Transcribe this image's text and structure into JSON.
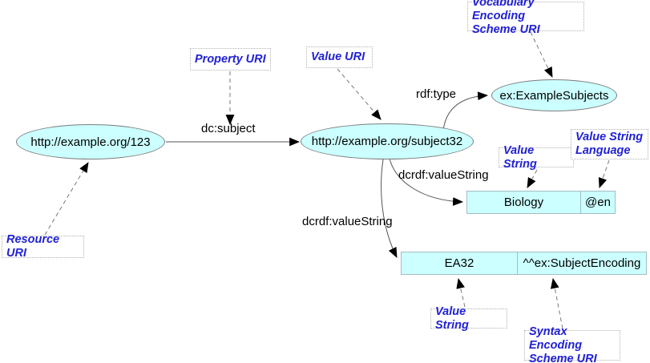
{
  "diagram": {
    "nodes": {
      "resource": "http://example.org/123",
      "value": "http://example.org/subject32",
      "class": "ex:ExampleSubjects"
    },
    "literals": {
      "biology": {
        "value": "Biology",
        "language": "@en"
      },
      "ea32": {
        "value": "EA32",
        "datatype": "^^ex:SubjectEncoding"
      }
    },
    "edges": {
      "dc_subject": "dc:subject",
      "rdf_type": "rdf:type",
      "value_string_a": "dcrdf:valueString",
      "value_string_b": "dcrdf:valueString"
    },
    "annotations": {
      "resource_uri": "Resource URI",
      "property_uri": "Property URI",
      "value_uri": "Value URI",
      "vocabulary_encoding": "Vocabulary Encoding\nScheme URI",
      "value_string_top": "Value String",
      "value_string_language": "Value String\nLanguage",
      "value_string_bottom": "Value String",
      "syntax_encoding": "Syntax Encoding\nScheme URI"
    },
    "colors": {
      "node_fill": "#ccffff",
      "node_border": "#7c7c7c",
      "literal_border": "#a3bdc4",
      "annotation_text": "#2121d6",
      "annotation_border": "#b2b2b2",
      "solid_edge": "#555555",
      "dashed_edge": "#777777",
      "arrowhead": "#000000"
    }
  }
}
